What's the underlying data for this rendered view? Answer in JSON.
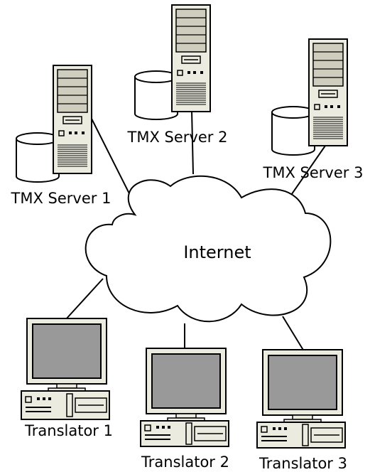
{
  "diagram": {
    "cloud_label": "Internet",
    "servers": [
      {
        "label": "TMX Server 1"
      },
      {
        "label": "TMX Server 2"
      },
      {
        "label": "TMX Server 3"
      }
    ],
    "clients": [
      {
        "label": "Translator 1"
      },
      {
        "label": "Translator 2"
      },
      {
        "label": "Translator 3"
      }
    ]
  },
  "colors": {
    "line": "#000000",
    "device_body": "#ecebe0",
    "device_detail": "#cfcdbd",
    "screen": "#999999",
    "cloud_fill": "#ffffff",
    "database_fill": "#ffffff"
  },
  "icons": {
    "server": "server-tower-icon",
    "database": "database-cylinder-icon",
    "client": "desktop-computer-icon",
    "network": "internet-cloud-icon"
  }
}
